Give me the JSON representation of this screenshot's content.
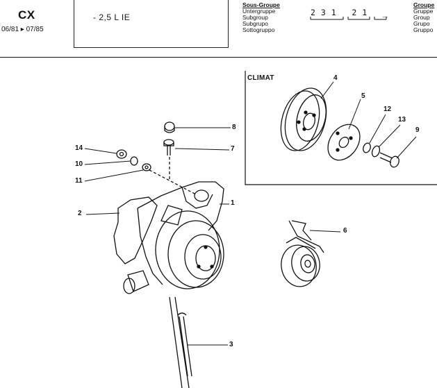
{
  "header": {
    "model": "CX",
    "dates": "06/81 ▸ 07/85",
    "engine": "- 2,5 L IE",
    "subgroup_labels": [
      "Sous-Groupe",
      "Untergruppe",
      "Subgroup",
      "Subgrupo",
      "Sottogruppo"
    ],
    "group_labels": [
      "Groupe",
      "Gruppe",
      "Group",
      "Grupo",
      "Gruppo"
    ],
    "code_digits": "2 3 1   2 1   _"
  },
  "diagram": {
    "inset_title": "CLIMAT",
    "callouts": [
      "1",
      "2",
      "3",
      "4",
      "5",
      "6",
      "7",
      "8",
      "9",
      "10",
      "11",
      "12",
      "13",
      "14"
    ]
  }
}
